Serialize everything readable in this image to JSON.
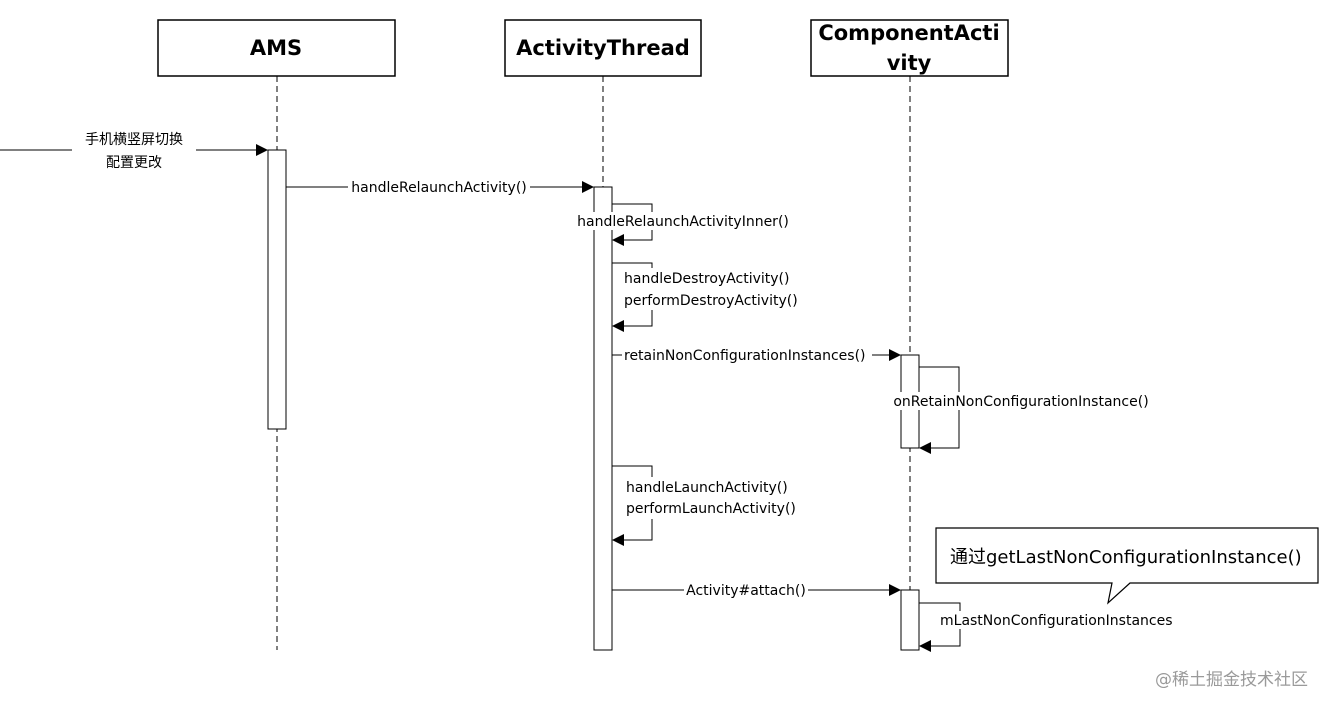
{
  "participants": {
    "ams": "AMS",
    "activity_thread": "ActivityThread",
    "component_activity_line1": "ComponentActi",
    "component_activity_line2": "vity"
  },
  "messages": {
    "trigger_line1": "手机横竖屏切换",
    "trigger_line2": "配置更改",
    "handle_relaunch": "handleRelaunchActivity()",
    "handle_relaunch_inner": "handleRelaunchActivityInner()",
    "handle_destroy": "handleDestroyActivity()",
    "perform_destroy": "performDestroyActivity()",
    "retain_nonconfig": "retainNonConfigurationInstances()",
    "on_retain_nonconfig": "onRetainNonConfigurationInstance()",
    "handle_launch": "handleLaunchActivity()",
    "perform_launch": "performLaunchActivity()",
    "activity_attach": "Activity#attach()",
    "m_last_nonconfig": "mLastNonConfigurationInstances"
  },
  "note": {
    "text": "通过getLastNonConfigurationInstance()"
  },
  "watermark": "@稀土掘金技术社区"
}
